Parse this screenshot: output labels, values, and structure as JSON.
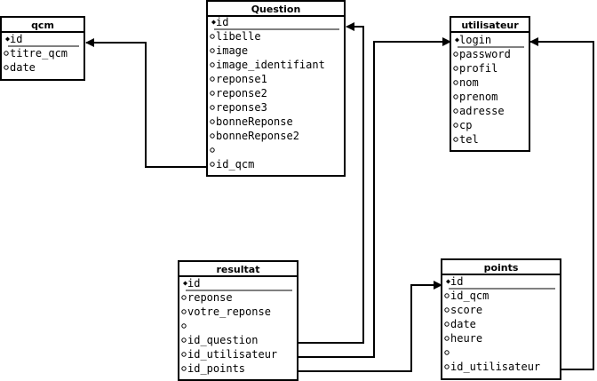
{
  "tables": {
    "qcm": {
      "title": "qcm",
      "fields": [
        {
          "key": "pk",
          "name": "id"
        },
        {
          "key": "",
          "name": "titre_qcm"
        },
        {
          "key": "",
          "name": "date"
        }
      ]
    },
    "question": {
      "title": "Question",
      "fields": [
        {
          "key": "pk",
          "name": "id"
        },
        {
          "key": "",
          "name": "libelle"
        },
        {
          "key": "",
          "name": "image"
        },
        {
          "key": "",
          "name": "image_identifiant"
        },
        {
          "key": "",
          "name": "reponse1"
        },
        {
          "key": "",
          "name": "reponse2"
        },
        {
          "key": "",
          "name": "reponse3"
        },
        {
          "key": "",
          "name": "bonneReponse"
        },
        {
          "key": "",
          "name": "bonneReponse2"
        },
        {
          "key": "",
          "name": ""
        },
        {
          "key": "",
          "name": "id_qcm"
        }
      ]
    },
    "utilisateur": {
      "title": "utilisateur",
      "fields": [
        {
          "key": "pk",
          "name": "login"
        },
        {
          "key": "",
          "name": "password"
        },
        {
          "key": "",
          "name": "profil"
        },
        {
          "key": "",
          "name": "nom"
        },
        {
          "key": "",
          "name": "prenom"
        },
        {
          "key": "",
          "name": "adresse"
        },
        {
          "key": "",
          "name": "cp"
        },
        {
          "key": "",
          "name": "tel"
        }
      ]
    },
    "resultat": {
      "title": "resultat",
      "fields": [
        {
          "key": "pk",
          "name": "id"
        },
        {
          "key": "",
          "name": "reponse"
        },
        {
          "key": "",
          "name": "votre_reponse"
        },
        {
          "key": "",
          "name": ""
        },
        {
          "key": "",
          "name": "id_question"
        },
        {
          "key": "",
          "name": "id_utilisateur"
        },
        {
          "key": "",
          "name": "id_points"
        }
      ]
    },
    "points": {
      "title": "points",
      "fields": [
        {
          "key": "pk",
          "name": "id"
        },
        {
          "key": "",
          "name": "id_qcm"
        },
        {
          "key": "",
          "name": "score"
        },
        {
          "key": "",
          "name": "date"
        },
        {
          "key": "",
          "name": "heure"
        },
        {
          "key": "",
          "name": ""
        },
        {
          "key": "",
          "name": "id_utilisateur"
        }
      ]
    }
  },
  "relations": [
    {
      "from": "question.id_qcm",
      "to": "qcm.id"
    },
    {
      "from": "resultat.id_question",
      "to": "question.id"
    },
    {
      "from": "resultat.id_utilisateur",
      "to": "utilisateur.login"
    },
    {
      "from": "resultat.id_points",
      "to": "points.id"
    },
    {
      "from": "points.id_utilisateur",
      "to": "utilisateur.login"
    }
  ]
}
